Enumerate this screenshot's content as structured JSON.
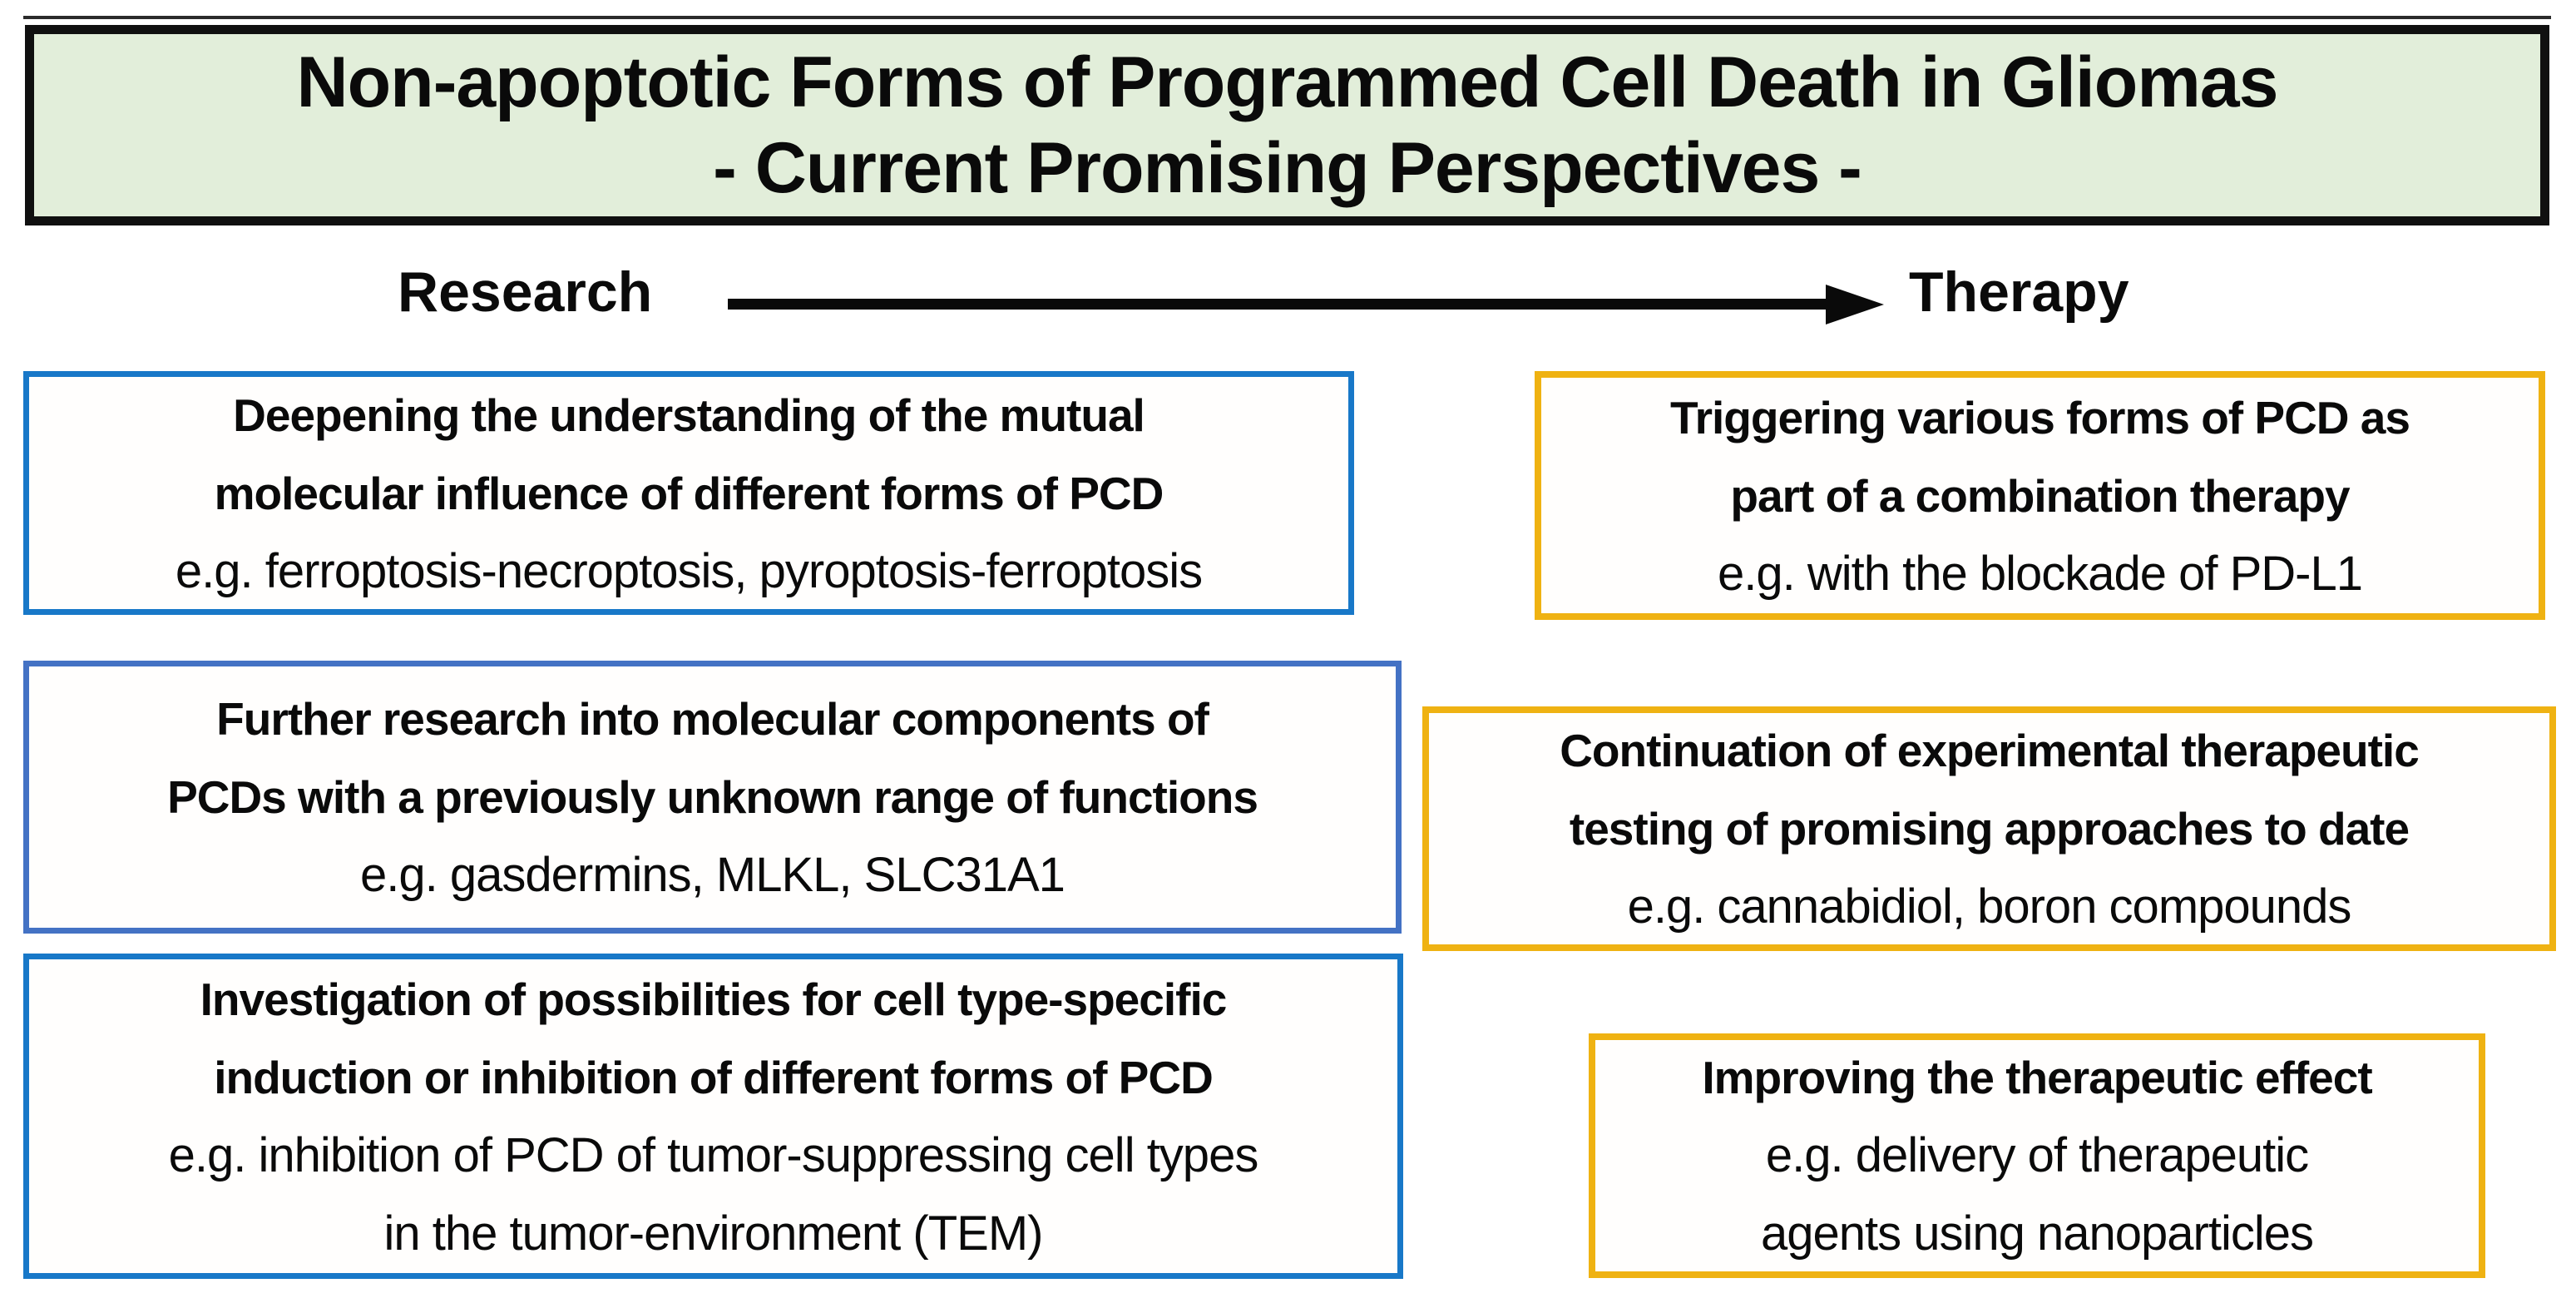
{
  "title": {
    "line1": "Non-apoptotic Forms of Programmed Cell Death in Gliomas",
    "line2": "- Current Promising Perspectives -"
  },
  "axis": {
    "left_label": "Research",
    "right_label": "Therapy",
    "arrow_icon": "right-arrow"
  },
  "research_boxes": [
    {
      "heading_lines": [
        "Deepening the understanding of the mutual",
        "molecular influence of different forms of PCD"
      ],
      "example_lines": [
        "e.g. ferroptosis-necroptosis, pyroptosis-ferroptosis"
      ]
    },
    {
      "heading_lines": [
        "Further research into molecular components of",
        "PCDs with a previously unknown range of functions"
      ],
      "example_lines": [
        "e.g. gasdermins, MLKL, SLC31A1"
      ]
    },
    {
      "heading_lines": [
        "Investigation of possibilities for cell type-specific",
        "induction or inhibition of different forms of PCD"
      ],
      "example_lines": [
        "e.g. inhibition of PCD of tumor-suppressing cell types",
        "in the tumor-environment (TEM)"
      ]
    }
  ],
  "therapy_boxes": [
    {
      "heading_lines": [
        "Triggering various forms of PCD as",
        "part of a combination therapy"
      ],
      "example_lines": [
        "e.g. with the blockade of PD-L1"
      ]
    },
    {
      "heading_lines": [
        "Continuation of experimental therapeutic",
        "testing of promising approaches to date"
      ],
      "example_lines": [
        "e.g. cannabidiol, boron compounds"
      ]
    },
    {
      "heading_lines": [
        "Improving the therapeutic effect"
      ],
      "example_lines": [
        "e.g. delivery of therapeutic",
        "agents using nanoparticles"
      ]
    }
  ],
  "colors": {
    "title_background": "#e2eeda",
    "title_border": "#101010",
    "research_box_border_bright_blue": "#1878c8",
    "research_box_border_muted_blue": "#4472c4",
    "therapy_box_border_gold": "#efb212",
    "text": "#0a0a0a",
    "arrow": "#0a0a0a"
  }
}
